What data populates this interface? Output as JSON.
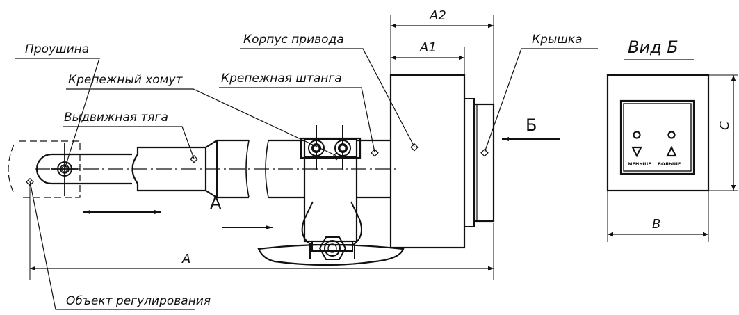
{
  "labels": {
    "eyelet": "Проушина",
    "clamp": "Крепежный хомут",
    "rod": "Выдвижная тяга",
    "housing": "Корпус привода",
    "bar": "Крепежная штанга",
    "cover": "Крышка",
    "object": "Объект регулирования"
  },
  "dimensions": {
    "a": "A",
    "a1": "A1",
    "a2": "A2",
    "b": "B",
    "c": "C"
  },
  "markers": {
    "view_a": "А",
    "view_b_arrow": "Б"
  },
  "view_b": {
    "title": "Вид Б",
    "less_label": "МЕНЬШЕ",
    "more_label": "БОЛЬШЕ"
  }
}
